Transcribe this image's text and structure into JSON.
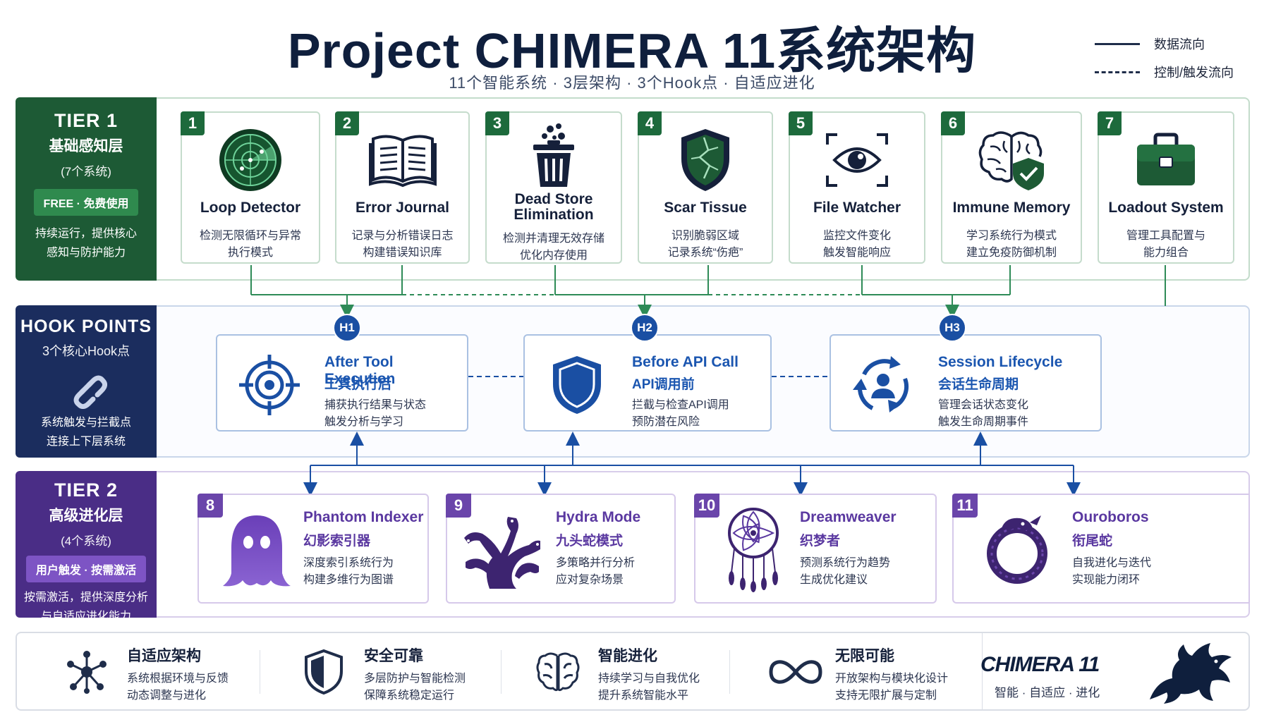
{
  "header": {
    "title": "Project CHIMERA 11系统架构",
    "subtitle": "11个智能系统 · 3层架构 · 3个Hook点 · 自适应进化"
  },
  "legend": {
    "data_flow": "数据流向",
    "control_flow": "控制/触发流向"
  },
  "tier1": {
    "title": "TIER 1",
    "subtitle": "基础感知层",
    "count": "(7个系统)",
    "badge": "FREE · 免费使用",
    "desc1": "持续运行，提供核心",
    "desc2": "感知与防护能力",
    "systems": [
      {
        "num": "1",
        "name": "Loop Detector",
        "d1": "检测无限循环与异常",
        "d2": "执行模式",
        "icon": "radar-icon"
      },
      {
        "num": "2",
        "name": "Error Journal",
        "d1": "记录与分析错误日志",
        "d2": "构建错误知识库",
        "icon": "book-icon"
      },
      {
        "num": "3",
        "name": "Dead Store Elimination",
        "d1": "检测并清理无效存储",
        "d2": "优化内存使用",
        "icon": "trash-icon"
      },
      {
        "num": "4",
        "name": "Scar Tissue",
        "d1": "识别脆弱区域",
        "d2": "记录系统“伤疤”",
        "icon": "cracked-shield-icon"
      },
      {
        "num": "5",
        "name": "File Watcher",
        "d1": "监控文件变化",
        "d2": "触发智能响应",
        "icon": "eye-icon"
      },
      {
        "num": "6",
        "name": "Immune Memory",
        "d1": "学习系统行为模式",
        "d2": "建立免疫防御机制",
        "icon": "brain-shield-icon"
      },
      {
        "num": "7",
        "name": "Loadout System",
        "d1": "管理工具配置与",
        "d2": "能力组合",
        "icon": "toolbox-icon"
      }
    ]
  },
  "hooks": {
    "title": "HOOK POINTS",
    "subtitle": "3个核心Hook点",
    "desc1": "系统触发与拦截点",
    "desc2": "连接上下层系统",
    "points": [
      {
        "id": "H1",
        "en": "After Tool Execution",
        "zh": "工具执行后",
        "d1": "捕获执行结果与状态",
        "d2": "触发分析与学习",
        "icon": "target-icon"
      },
      {
        "id": "H2",
        "en": "Before API Call",
        "zh": "API调用前",
        "d1": "拦截与检查API调用",
        "d2": "预防潜在风险",
        "icon": "shield-icon"
      },
      {
        "id": "H3",
        "en": "Session Lifecycle",
        "zh": "会话生命周期",
        "d1": "管理会话状态变化",
        "d2": "触发生命周期事件",
        "icon": "cycle-user-icon"
      }
    ]
  },
  "tier2": {
    "title": "TIER 2",
    "subtitle": "高级进化层",
    "count": "(4个系统)",
    "badge": "用户触发 · 按需激活",
    "desc1": "按需激活，提供深度分析",
    "desc2": "与自适应进化能力",
    "systems": [
      {
        "num": "8",
        "en": "Phantom Indexer",
        "zh": "幻影索引器",
        "d1": "深度索引系统行为",
        "d2": "构建多维行为图谱",
        "icon": "ghost-icon"
      },
      {
        "num": "9",
        "en": "Hydra Mode",
        "zh": "九头蛇模式",
        "d1": "多策略并行分析",
        "d2": "应对复杂场景",
        "icon": "hydra-icon"
      },
      {
        "num": "10",
        "en": "Dreamweaver",
        "zh": "织梦者",
        "d1": "预测系统行为趋势",
        "d2": "生成优化建议",
        "icon": "dreamcatcher-icon"
      },
      {
        "num": "11",
        "en": "Ouroboros",
        "zh": "衔尾蛇",
        "d1": "自我进化与迭代",
        "d2": "实现能力闭环",
        "icon": "ouroboros-icon"
      }
    ]
  },
  "footer": {
    "features": [
      {
        "title": "自适应架构",
        "d1": "系统根据环境与反馈",
        "d2": "动态调整与进化",
        "icon": "network-icon"
      },
      {
        "title": "安全可靠",
        "d1": "多层防护与智能检测",
        "d2": "保障系统稳定运行",
        "icon": "shield-half-icon"
      },
      {
        "title": "智能进化",
        "d1": "持续学习与自我优化",
        "d2": "提升系统智能水平",
        "icon": "brain-icon"
      },
      {
        "title": "无限可能",
        "d1": "开放架构与模块化设计",
        "d2": "支持无限扩展与定制",
        "icon": "infinity-icon"
      }
    ],
    "brand": "CHIMERA 11",
    "brand_sub": "智能 · 自适应 · 进化"
  },
  "colors": {
    "tier1": "#1d5a35",
    "hooks": "#1b2d5e",
    "tier2": "#4a2d86",
    "hook_accent": "#1b56b0",
    "tier2_accent": "#5a38a0"
  }
}
